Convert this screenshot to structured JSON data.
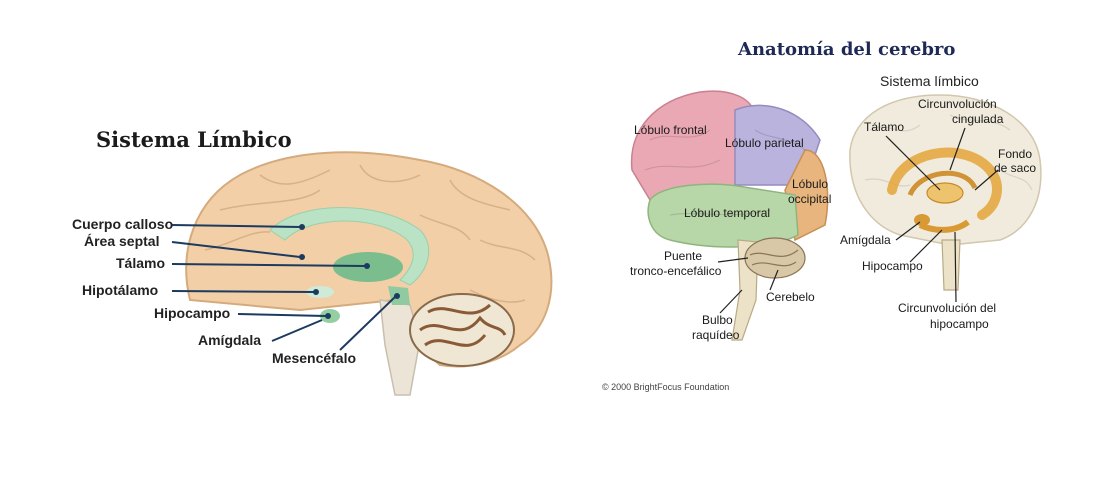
{
  "left": {
    "title": "Sistema Límbico",
    "labels": {
      "cuerpo_calloso": "Cuerpo calloso",
      "area_septal": "Área septal",
      "talamo": "Tálamo",
      "hipotalamo": "Hipotálamo",
      "hipocampo": "Hipocampo",
      "amigdala": "Amígdala",
      "mesencefalo": "Mesencéfalo"
    },
    "colors": {
      "brain": "#f2cfa6",
      "limbic": "#b9e3c4",
      "thalamus": "#7cbd8e",
      "leader": "#1d3a5f"
    }
  },
  "right": {
    "title": "Anatomía del cerebro",
    "subtitle": "Sistema límbico",
    "copyright": "© 2000 BrightFocus Foundation",
    "lobes": {
      "frontal": "Lóbulo frontal",
      "parietal": "Lóbulo parietal",
      "occipital_line1": "Lóbulo",
      "occipital_line2": "occipital",
      "temporal": "Lóbulo temporal"
    },
    "labels": {
      "puente_line1": "Puente",
      "puente_line2": "tronco-encefálico",
      "cerebelo": "Cerebelo",
      "bulbo_line1": "Bulbo",
      "bulbo_line2": "raquídeo",
      "talamo": "Tálamo",
      "circ_cingulada_line1": "Circunvolución",
      "circ_cingulada_line2": "cingulada",
      "fondo_line1": "Fondo",
      "fondo_line2": "de saco",
      "amigdala": "Amígdala",
      "hipocampo": "Hipocampo",
      "circ_hipocampo_line1": "Circunvolución del",
      "circ_hipocampo_line2": "hipocampo"
    },
    "colors": {
      "frontal": "#e9a8b4",
      "parietal": "#b9b3dd",
      "occipital": "#e8b57e",
      "temporal": "#b8d7a8",
      "limbic": "#e3a43a"
    }
  }
}
